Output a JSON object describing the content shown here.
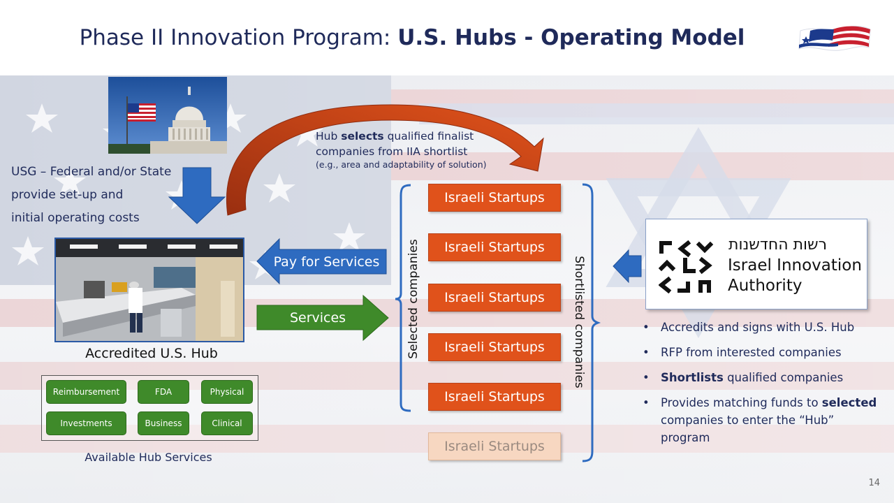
{
  "title": {
    "prefix": "Phase II Innovation Program: ",
    "bold": "U.S. Hubs  - Operating Model"
  },
  "usg": {
    "line1": "USG – Federal and/or State",
    "line2": "provide set-up and",
    "line3": "initial operating costs"
  },
  "hub": {
    "label": "Accredited U.S. Hub",
    "available_label": "Available Hub Services",
    "services": [
      "Reimbursement",
      "FDA",
      "Physical",
      "Investments",
      "Business",
      "Clinical"
    ]
  },
  "arrows": {
    "pay": "Pay for Services",
    "services": "Services"
  },
  "hub_selects": {
    "part1": "Hub ",
    "bold": "selects",
    "part2": " qualified finalist",
    "line2": "companies from IIA shortlist",
    "line3": "(e.g., area and adaptability of solution)"
  },
  "startups": [
    "Israeli Startups",
    "Israeli Startups",
    "Israeli Startups",
    "Israeli Startups",
    "Israeli Startups",
    "Israeli Startups"
  ],
  "labels": {
    "selected": "Selected companies",
    "shortlisted": "Shortlisted companies"
  },
  "iia": {
    "hebrew": "רשות החדשנות",
    "line1": "Israel Innovation",
    "line2": "Authority"
  },
  "bullets": {
    "b1": "Accredits and signs with U.S. Hub",
    "b2": "RFP from interested companies",
    "b3_bold": "Shortlists",
    "b3_rest": " qualified companies",
    "b4_part1": "Provides matching funds to ",
    "b4_bold": "selected",
    "b4_rest": " companies to enter the “Hub” program"
  },
  "page_number": "14",
  "colors": {
    "title": "#1f2a5a",
    "startup_orange": "#e0521b",
    "blue_arrow": "#2e6bc0",
    "green": "#3f8a2a"
  }
}
